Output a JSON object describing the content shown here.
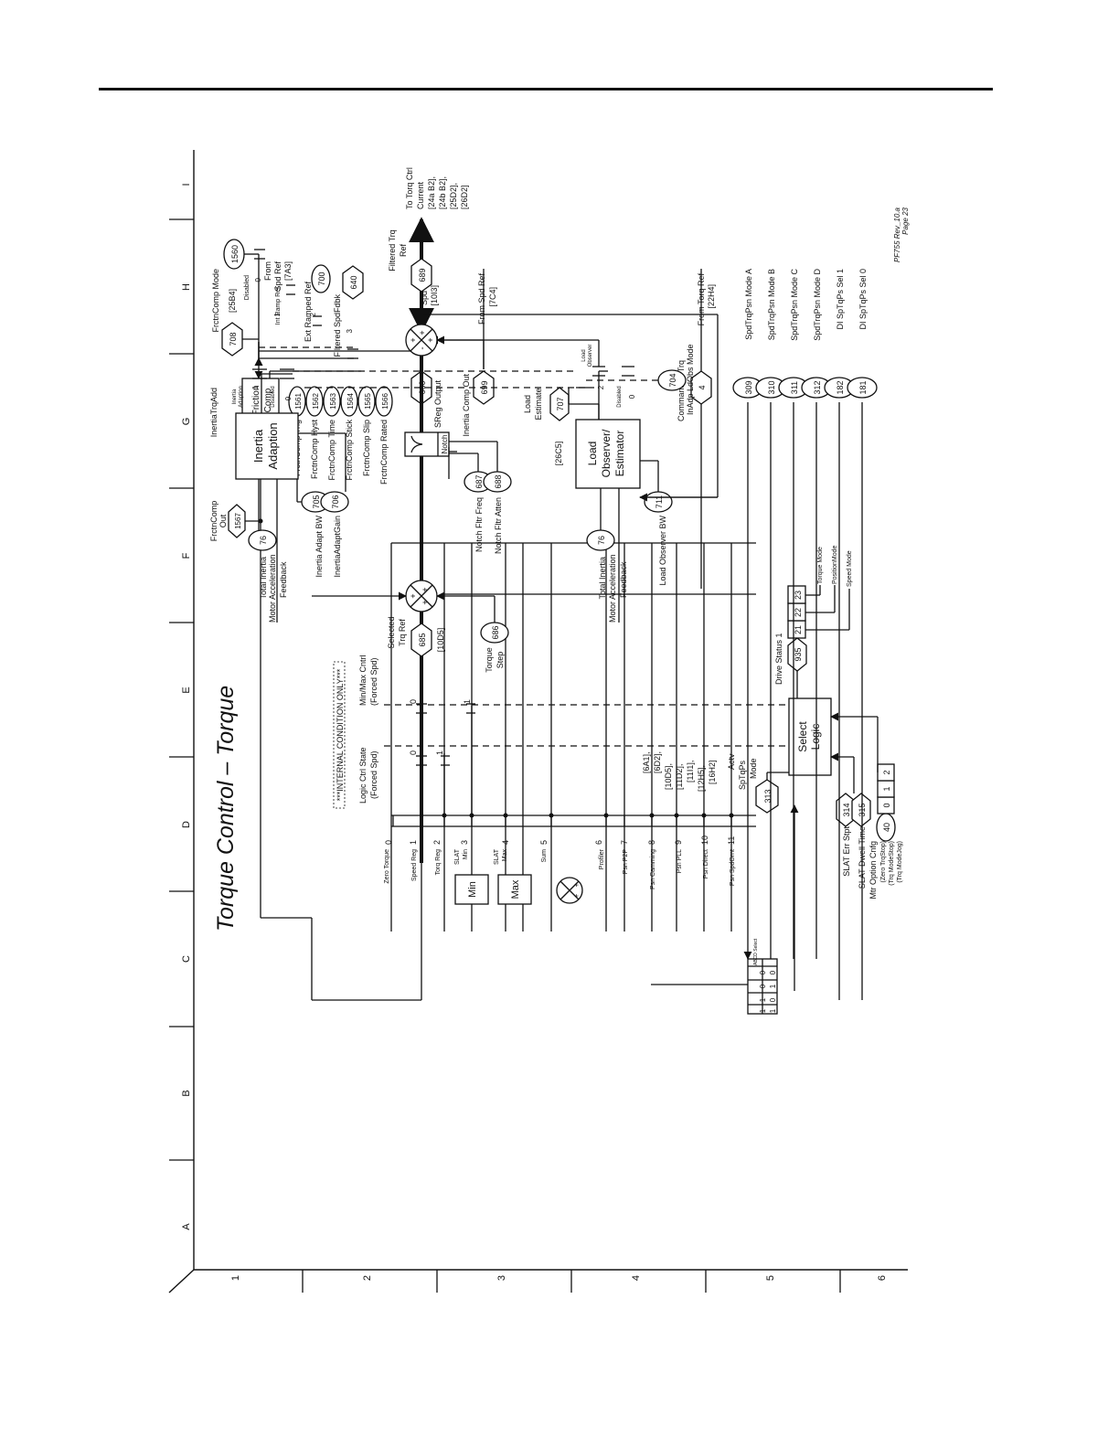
{
  "header": {
    "title": "Torque Control – Torque",
    "revision": "PF755 Rev_10.a",
    "page": "Page 23"
  },
  "grid": {
    "columns": [
      "A",
      "B",
      "C",
      "D",
      "E",
      "F",
      "G",
      "H",
      "I"
    ],
    "rows": [
      "1",
      "2",
      "3",
      "4",
      "5",
      "6"
    ]
  },
  "friction": {
    "mode_label": "FrctnComp Mode",
    "mode_param": "1560",
    "disabled_label": "Disabled",
    "opt0": "0",
    "opt1": "1",
    "opt2": "2",
    "opt3": "3",
    "int_ramp_ref": "Int Ramp Ref",
    "from_spd_ref_1": "From",
    "from_spd_ref_2": "Spd Ref",
    "from_spd_ref_3": "[7A3]",
    "ext_ramped_ref": "Ext Ramped Ref",
    "ext_ramped_param": "700",
    "filtered_spdfdbk": "Filtered SpdFdbk",
    "filtered_spdfdbk_param": "640",
    "block_1": "Friction",
    "block_2": "Comp",
    "params": [
      {
        "num": "1561",
        "label": "FrctnComp Trig"
      },
      {
        "num": "1562",
        "label": "FrctnComp Hyst"
      },
      {
        "num": "1563",
        "label": "FrctnComp Time"
      },
      {
        "num": "1564",
        "label": "FrctnComp Stick"
      },
      {
        "num": "1565",
        "label": "FrctnComp Slip"
      },
      {
        "num": "1566",
        "label": "FrctnComp Rated"
      }
    ],
    "out_label_1": "FrctnComp",
    "out_label_2": "Out",
    "out_param": "1567"
  },
  "speed_inputs": {
    "from_spd_reg": "From Spd Reg",
    "from_spd_reg_ref": "[10I3]",
    "sreg_param": "660",
    "sreg_label": "SReg Output",
    "from_spd_ref": "From Spd Ref",
    "from_spd_ref_ref": "[7C4]",
    "inertia_comp_param": "699",
    "inertia_comp_label": "Inertia Comp Out",
    "from_torq_ref": "From Torq Ref",
    "from_torq_ref_ref": "[22H4]",
    "commanded_param": "4",
    "commanded_label": "Commanded Trq"
  },
  "selector": {
    "zero_torque_num": "0",
    "zero_torque_label": "Zero Torque",
    "speed_reg_num": "1",
    "speed_reg_label": "Speed Reg",
    "torq_reg_num": "2",
    "torq_reg_label": "Torq Reg",
    "slat_min_num": "3",
    "slat_min_1": "SLAT",
    "slat_min_2": "Min",
    "slat_max_num": "4",
    "slat_max_1": "SLAT",
    "slat_max_2": "Max",
    "sum_num": "5",
    "sum_label": "Sum",
    "profiler_num": "6",
    "profiler_label": "Profiler",
    "psn_p2p_num": "7",
    "psn_p2p_label": "Psn P2P",
    "psn_camming_num": "8",
    "psn_camming_label": "Psn Camming",
    "psn_pll_num": "9",
    "psn_pll_label": "Psn PLL",
    "psn_direct_num": "10",
    "psn_direct_label": "Psn Direct",
    "psn_spdornt_num": "11",
    "psn_spdornt_label": "Psn SpdOrnt",
    "min_block": "Min",
    "max_block": "Max",
    "refs": [
      "[6A1],",
      "[6D2],",
      "[10D5],",
      "[11D2],",
      "[11I1],",
      "[12H5],",
      "[16H2]"
    ],
    "actv_1": "Actv",
    "actv_2": "SpTqPs",
    "actv_3": "Mode",
    "actv_param": "313",
    "zero_label": "0"
  },
  "select_logic": {
    "block_1": "Select",
    "block_2": "Logic",
    "slat_err_param": "314",
    "slat_err_label": "SLAT Err Stpt",
    "slat_dwell_param": "315",
    "slat_dwell_label": "SLAT Dwell Time",
    "mtr_option_param": "40",
    "mtr_option_1": "Mtr Option Cnfg",
    "mtr_option_2": "(Zero TrqStop)",
    "mtr_option_3": "(Trq ModeStop)",
    "mtr_option_4": "(Trq ModeJog)",
    "bits": [
      "0",
      "1",
      "2"
    ],
    "drive_status_label": "Drive Status 1",
    "drive_status_param": "935",
    "status_bits": [
      "21",
      "22",
      "23"
    ],
    "status_modes": [
      "Torque Mode",
      "PositionMode",
      "Speed Mode"
    ]
  },
  "abcd": {
    "header": "ABCD Select",
    "table": [
      [
        "0",
        "0"
      ],
      [
        "0",
        "1"
      ],
      [
        "1",
        "0"
      ],
      [
        "1",
        "1"
      ]
    ],
    "inputs": [
      {
        "num": "309",
        "label": "SpdTrqPsn Mode A"
      },
      {
        "num": "310",
        "label": "SpdTrqPsn Mode B"
      },
      {
        "num": "311",
        "label": "SpdTrqPsn Mode C"
      },
      {
        "num": "312",
        "label": "SpdTrqPsn Mode D"
      },
      {
        "num": "182",
        "label": "DI SpTqPs Sel 1"
      },
      {
        "num": "181",
        "label": "DI SpTqPs Sel 0"
      }
    ]
  },
  "forced": {
    "internal": "***INTERNAL CONDITION ONLY***",
    "logic_ctrl_1": "Logic Ctrl State",
    "logic_ctrl_2": "(Forced Spd)",
    "minmax_1": "Min/Max Cntrl",
    "minmax_2": "(Forced Spd)",
    "sw0": "0",
    "sw1": "1"
  },
  "torque_step": {
    "selected_1": "Selected",
    "selected_2": "Trq Ref",
    "selected_param": "685",
    "selected_ref": "[10D5]",
    "step_1": "Torque",
    "step_2": "Step",
    "step_param": "686"
  },
  "notch": {
    "block": "Notch",
    "freq_param": "687",
    "freq_label": "Notch Fltr Freq",
    "atten_param": "688",
    "atten_label": "Notch Fltr Atten"
  },
  "inertia": {
    "block_1": "Inertia",
    "block_2": "Adaption",
    "total_inertia_label": "Total Inertia",
    "total_inertia_param": "76",
    "motor_accel_1": "Motor Acceleration",
    "motor_accel_2": "Feedback",
    "bw_param": "705",
    "bw_label": "Inertia Adapt BW",
    "gain_param": "706",
    "gain_label": "InertiaAdaptGain",
    "sw_adaption_1": "Inertia",
    "sw_adaption_2": "Adaption",
    "sw_disabled": "Disabled",
    "sw1": "1",
    "sw0": "0",
    "add_label": "InertiaTrqAdd",
    "add_param": "708",
    "add_ref": "[25B4]"
  },
  "load": {
    "block_1": "Load",
    "block_2": "Observer/",
    "block_3": "Estimator",
    "total_inertia_label": "Total Inertia",
    "total_inertia_param": "76",
    "motor_accel_1": "Motor Acceleration",
    "motor_accel_2": "Feedback",
    "bw_param": "711",
    "bw_label": "Load Observer BW",
    "estimate_1": "Load",
    "estimate_2": "Estimate",
    "estimate_param": "707",
    "estimate_ref": "[26C5]",
    "sw_observer_1": "Load",
    "sw_observer_2": "Observer",
    "sw_disabled": "Disabled",
    "sw2": "2",
    "sw0": "0",
    "mode_param": "704",
    "mode_label": "InAdp LdObs Mode"
  },
  "output": {
    "filtered_1": "Filtered Trq",
    "filtered_2": "Ref",
    "filtered_param": "689",
    "to_torq": [
      "To Torq Ctrl",
      "Current",
      "[24a B2],",
      "[24b B2],",
      "[25D2],",
      "[26D2]"
    ]
  },
  "sums": {
    "plus": "+",
    "minus": "-"
  }
}
